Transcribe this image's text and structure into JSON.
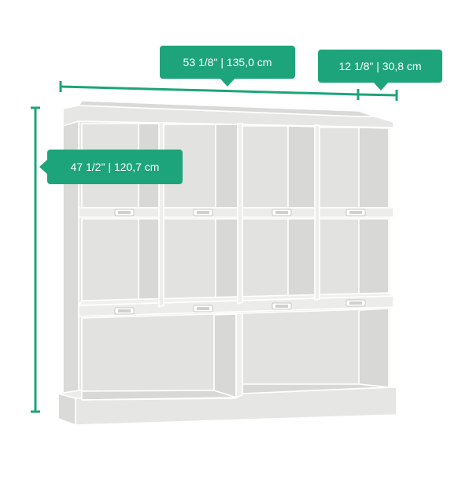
{
  "dimensions": {
    "width_label": "53 1/8\" | 135,0 cm",
    "depth_label": "12 1/8\" | 30,8 cm",
    "height_label": "47 1/2\" | 120,7 cm"
  },
  "colors": {
    "accent": "#1ea47a",
    "furniture_fill": "#e5e5e3",
    "furniture_stroke": "#ffffff",
    "label_text": "#ffffff"
  },
  "product": {
    "type": "bookcase with cubby compartments",
    "cubby_rows": 3,
    "label_holders": 8
  }
}
